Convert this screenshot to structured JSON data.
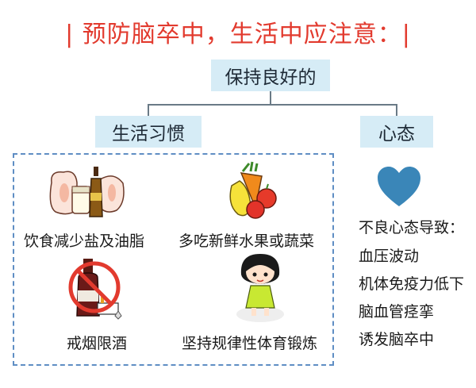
{
  "title": "| 预防脑卒中，生活中应注意：|",
  "root": "保持良好的",
  "branches": {
    "habits": "生活习惯",
    "mindset": "心态"
  },
  "habits": [
    {
      "label": "饮食减少盐及油脂",
      "icon": "food-icon"
    },
    {
      "label": "多吃新鲜水果或蔬菜",
      "icon": "vegetables-icon"
    },
    {
      "label": "戒烟限酒",
      "icon": "no-smoking-drinking-icon"
    },
    {
      "label": "坚持规律性体育锻炼",
      "icon": "exercise-girl-icon"
    }
  ],
  "mindset": {
    "icon": "heart-icon",
    "heading": "不良心态导致：",
    "effects": [
      "血压波动",
      "机体免疫力低下",
      "脑血管痉挛",
      "诱发脑卒中"
    ]
  },
  "colors": {
    "title": "#e23a2e",
    "box": "#d6ecf6",
    "dashed_border": "#5f8ec4",
    "heart": "#3a86b8"
  }
}
